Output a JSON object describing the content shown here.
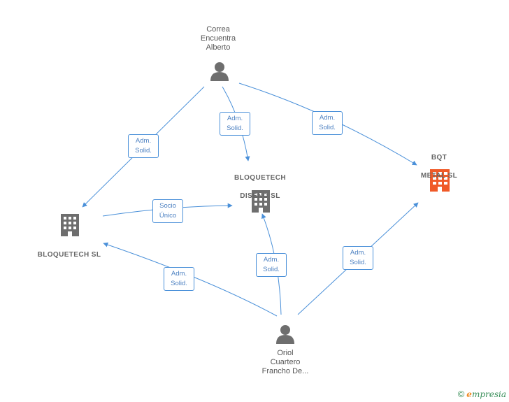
{
  "nodes": {
    "correa": {
      "label_lines": [
        "Correa",
        "Encuentra",
        "Alberto"
      ],
      "icon": "person-icon"
    },
    "oriol": {
      "label_lines": [
        "Oriol",
        "Cuartero",
        "Francho De..."
      ],
      "icon": "person-icon"
    },
    "bloquetech_diseno": {
      "label_lines": [
        "BLOQUETECH",
        "DISEÑO  SL"
      ],
      "icon": "building-icon"
    },
    "bloquetech": {
      "label_lines": [
        "BLOQUETECH SL"
      ],
      "icon": "building-icon"
    },
    "bqt_metal": {
      "label_lines": [
        "BQT",
        "METAL  SL"
      ],
      "icon": "building-icon"
    }
  },
  "edges": [
    {
      "from": "correa",
      "to": "bloquetech",
      "label": [
        "Adm.",
        "Solid."
      ]
    },
    {
      "from": "correa",
      "to": "bloquetech_diseno",
      "label": [
        "Adm.",
        "Solid."
      ]
    },
    {
      "from": "correa",
      "to": "bqt_metal",
      "label": [
        "Adm.",
        "Solid."
      ]
    },
    {
      "from": "bloquetech",
      "to": "bloquetech_diseno",
      "label": [
        "Socio",
        "Único"
      ]
    },
    {
      "from": "oriol",
      "to": "bloquetech",
      "label": [
        "Adm.",
        "Solid."
      ]
    },
    {
      "from": "oriol",
      "to": "bloquetech_diseno",
      "label": [
        "Adm.",
        "Solid."
      ]
    },
    {
      "from": "oriol",
      "to": "bqt_metal",
      "label": [
        "Adm.",
        "Solid."
      ]
    }
  ],
  "colors": {
    "edge": "#4a90d9",
    "person_icon": "#6e6e6e",
    "building_icon": "#6e6e6e",
    "building_highlight": "#f05a28"
  },
  "brand": {
    "copyright": "©",
    "initial": "e",
    "rest": "mpresia"
  }
}
